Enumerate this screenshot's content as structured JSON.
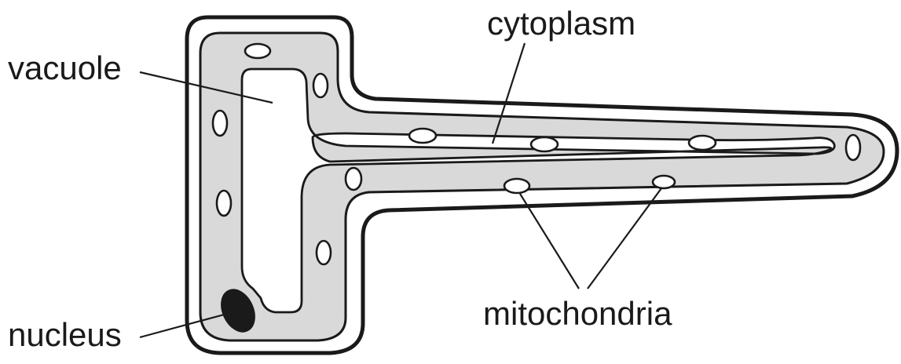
{
  "labels": {
    "vacuole": "vacuole",
    "cytoplasm": "cytoplasm",
    "nucleus": "nucleus",
    "mitochondria": "mitochondria"
  },
  "colors": {
    "cytoplasm_fill": "#d9d9d9",
    "outline": "#1a1a1a",
    "background": "#ffffff"
  }
}
